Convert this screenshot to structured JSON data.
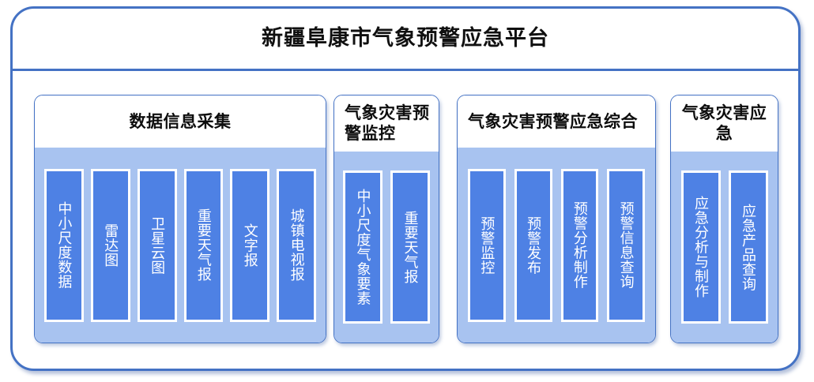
{
  "platform": {
    "title": "新疆阜康市气象预警应急平台",
    "frame_border_color": "#4472C4",
    "panel_body_color": "#A8C3F0",
    "item_fill_color": "#4E81E4",
    "item_border_color": "#FFFFFF"
  },
  "groups": [
    {
      "id": "data-collection",
      "header": "数据信息采集",
      "header_align": "center",
      "items": [
        {
          "label": "中小尺度数据"
        },
        {
          "label": "雷达图"
        },
        {
          "label": "卫星云图"
        },
        {
          "label": "重要天气报"
        },
        {
          "label": "文字报"
        },
        {
          "label": "城镇电视报"
        }
      ]
    },
    {
      "id": "warning-monitor",
      "header": "气象灾害预警监控",
      "header_align": "left",
      "items": [
        {
          "label": "中小尺度气象要素"
        },
        {
          "label": "重要天气报"
        }
      ]
    },
    {
      "id": "warning-integrated",
      "header": "气象灾害预警应急综合",
      "header_align": "left",
      "items": [
        {
          "label": "预警监控"
        },
        {
          "label": "预警发布"
        },
        {
          "label": "预警分析制作"
        },
        {
          "label": "预警信息查询"
        }
      ]
    },
    {
      "id": "disaster-emergency",
      "header": "气象灾害应急",
      "header_align": "center",
      "items": [
        {
          "label": "应急分析与制作"
        },
        {
          "label": "应急产品查询"
        }
      ]
    }
  ]
}
